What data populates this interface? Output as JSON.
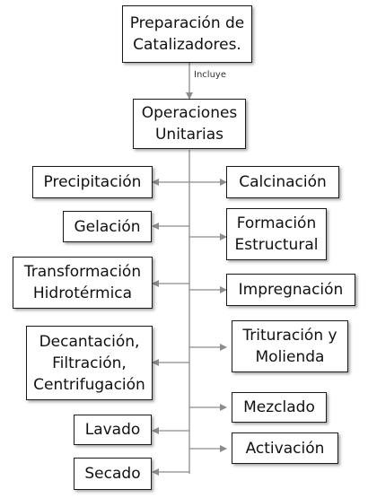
{
  "root": {
    "label": "Preparación de\nCatalizadores."
  },
  "link": {
    "label": "Incluye"
  },
  "hub": {
    "label": "Operaciones\nUnitarias"
  },
  "left_items": [
    {
      "label": "Precipitación"
    },
    {
      "label": "Gelación"
    },
    {
      "label": "Transformación\nHidrotérmica"
    },
    {
      "label": "Decantación,\nFiltración,\nCentrifugación"
    },
    {
      "label": "Lavado"
    },
    {
      "label": "Secado"
    }
  ],
  "right_items": [
    {
      "label": "Calcinación"
    },
    {
      "label": "Formación\nEstructural"
    },
    {
      "label": "Impregnación"
    },
    {
      "label": "Trituración y\nMolienda"
    },
    {
      "label": "Mezclado"
    },
    {
      "label": "Activación"
    }
  ],
  "colors": {
    "line": "#8c8c8c",
    "border": "#1a1a1a"
  }
}
